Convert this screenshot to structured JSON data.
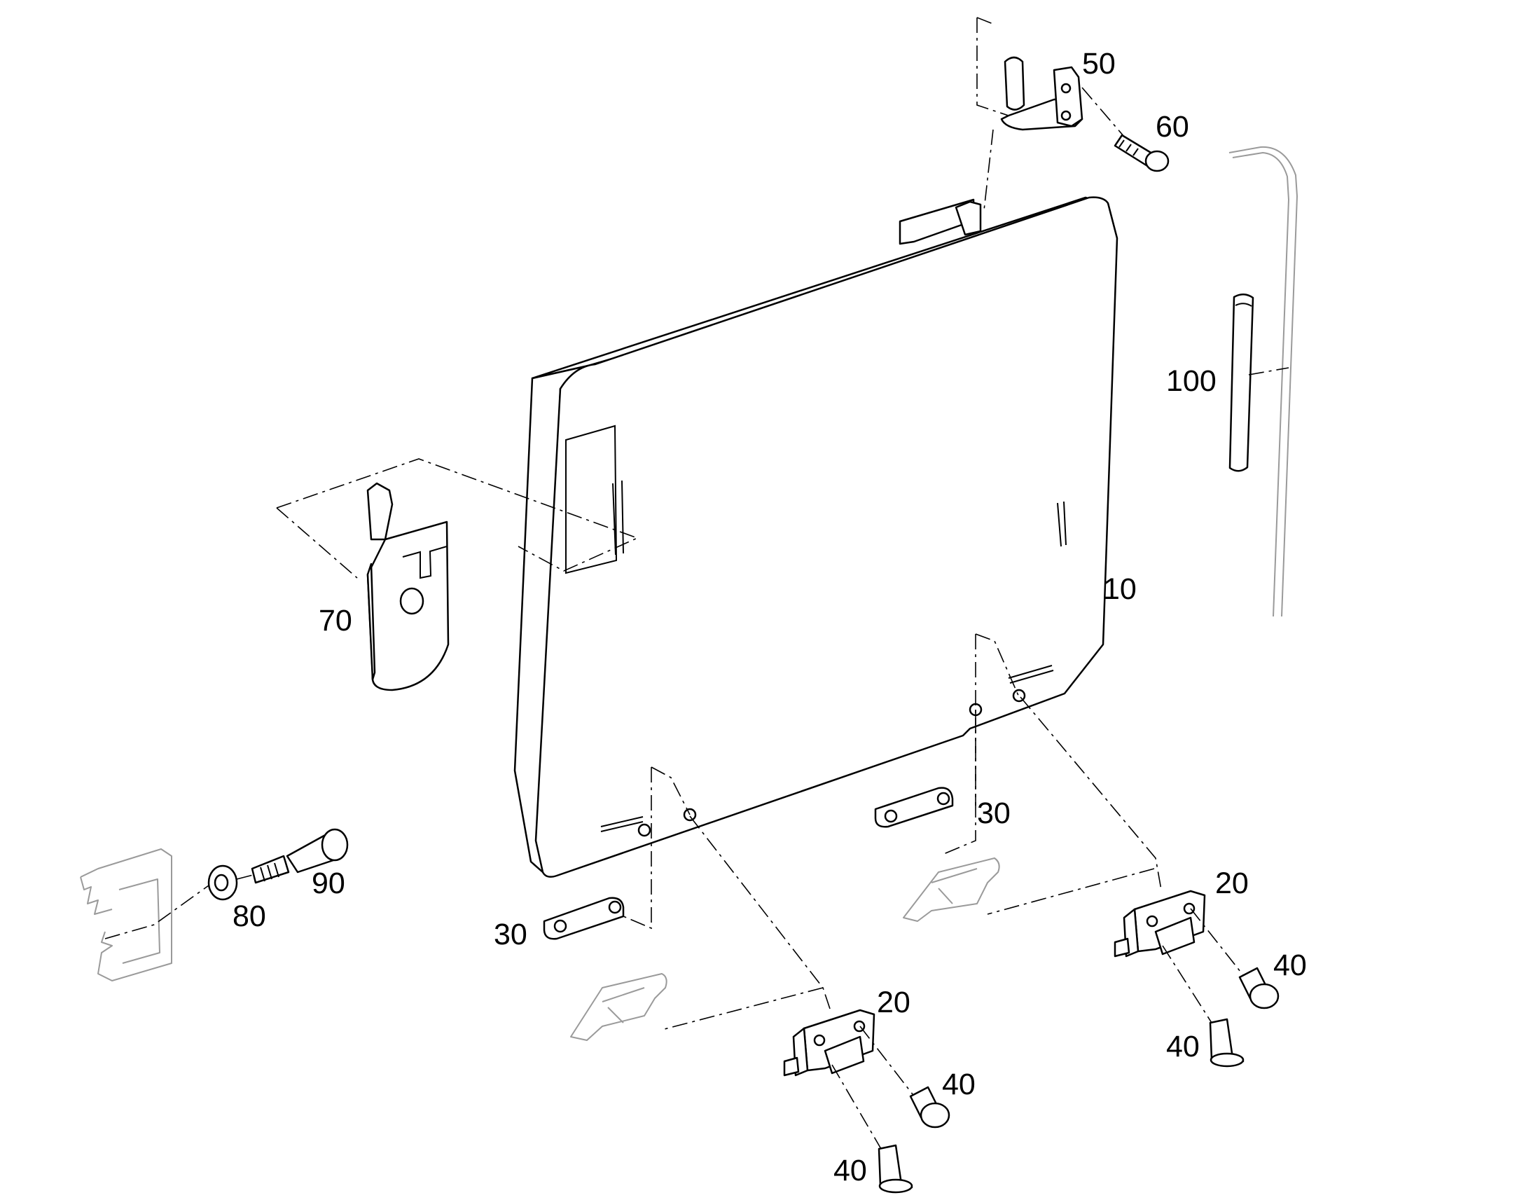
{
  "diagram": {
    "callouts": [
      {
        "id": "10",
        "label": "10"
      },
      {
        "id": "20a",
        "label": "20"
      },
      {
        "id": "20b",
        "label": "20"
      },
      {
        "id": "30a",
        "label": "30"
      },
      {
        "id": "30b",
        "label": "30"
      },
      {
        "id": "40a",
        "label": "40"
      },
      {
        "id": "40b",
        "label": "40"
      },
      {
        "id": "40c",
        "label": "40"
      },
      {
        "id": "40d",
        "label": "40"
      },
      {
        "id": "50",
        "label": "50"
      },
      {
        "id": "60",
        "label": "60"
      },
      {
        "id": "70",
        "label": "70"
      },
      {
        "id": "80",
        "label": "80"
      },
      {
        "id": "90",
        "label": "90"
      },
      {
        "id": "100",
        "label": "100"
      }
    ]
  }
}
